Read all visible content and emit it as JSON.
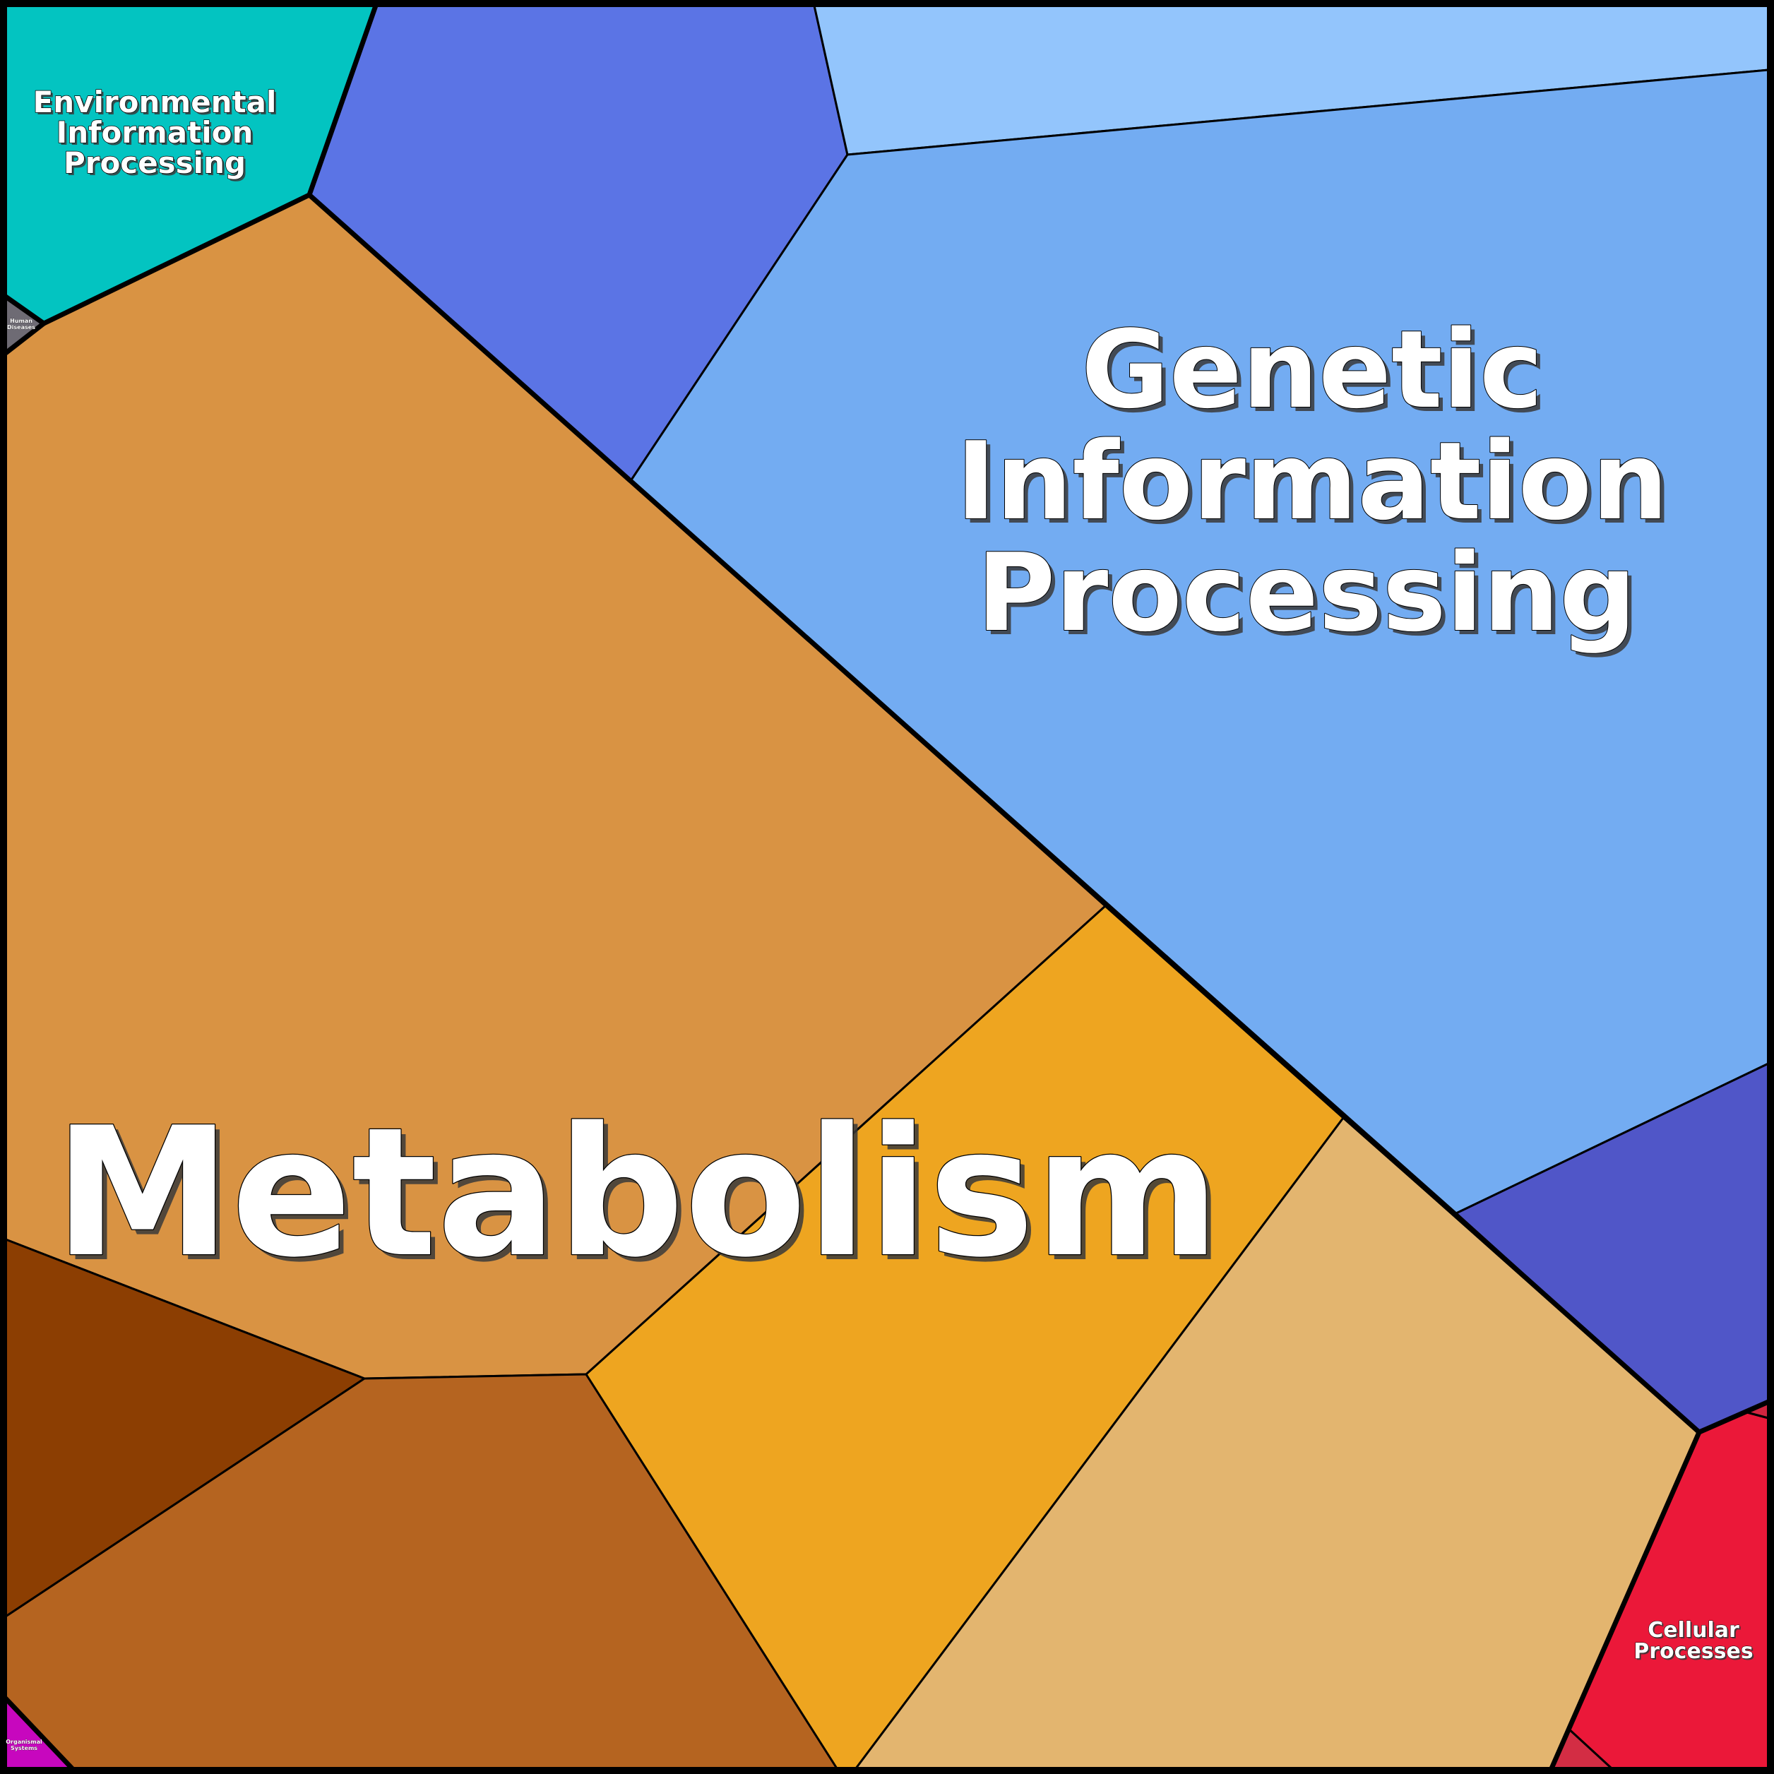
{
  "diagram": {
    "type": "voronoi-treemap",
    "colors": {
      "metabolism": "#D99343",
      "genetic_information_processing": "#73ACF2",
      "environmental_information_processing": "#03C4C1",
      "cellular_processes": "#EB1839",
      "human_diseases": "#6E6B74",
      "organismal_systems": "#C707BE",
      "border": "#000000",
      "label": "#FFFFFF"
    },
    "labels": {
      "metabolism": "Metabolism",
      "genetic_information_processing": [
        "Genetic",
        "Information",
        "Processing"
      ],
      "environmental_information_processing": [
        "Environmental",
        "Information",
        "Processing"
      ],
      "cellular_processes": [
        "Cellular",
        "Processes"
      ],
      "human_diseases": [
        "Human",
        "Diseases"
      ],
      "organismal_systems": [
        "Organismal",
        "Systems"
      ]
    }
  }
}
